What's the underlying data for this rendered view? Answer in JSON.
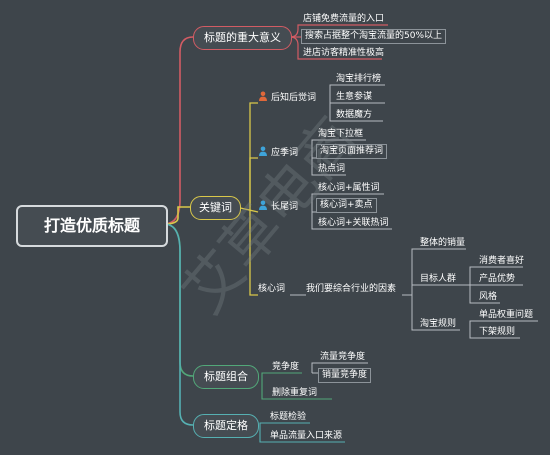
{
  "root": {
    "title": "打造优质标题"
  },
  "watermark": {
    "text": "艾草电商"
  },
  "branch_importance": {
    "label": "标题的重大意义",
    "items": [
      "店铺免费流量的入口",
      "搜索占据整个淘宝流量的50%以上",
      "进店访客精准性极高"
    ]
  },
  "branch_keywords": {
    "label": "关键词",
    "groups": [
      {
        "label": "后知后觉词",
        "items": [
          "淘宝排行榜",
          "生意参谋",
          "数据魔方"
        ]
      },
      {
        "label": "应季词",
        "items": [
          "淘宝下拉框",
          "淘宝页面推荐词",
          "热点词"
        ]
      },
      {
        "label": "长尾词",
        "items": [
          "核心词+属性词",
          "核心词+卖点",
          "核心词+关联热词"
        ]
      },
      {
        "label": "核心词",
        "factor": "我们要综合行业的因素",
        "sub": [
          {
            "label": "整体的销量"
          },
          {
            "label": "目标人群",
            "items": [
              "消费者喜好",
              "产品优势",
              "风格"
            ]
          },
          {
            "label": "淘宝规则",
            "items": [
              "单品权重问题",
              "下架规则"
            ]
          }
        ]
      }
    ]
  },
  "branch_combination": {
    "label": "标题组合",
    "items": [
      {
        "label": "竞争度",
        "items": [
          "流量竞争度",
          "销量竞争度"
        ]
      },
      {
        "label": "删除重复词"
      }
    ]
  },
  "branch_finalize": {
    "label": "标题定格",
    "items": [
      "标题检验",
      "单品流量入口来源"
    ]
  },
  "colors": {
    "background": "#3e454b",
    "importance": "#d25c64",
    "keywords": "#d9c84a",
    "combination": "#52a879",
    "finalize": "#56b0b2",
    "leaf_line": "#b7bcc1",
    "person_orange": "#e0683a",
    "person_blue": "#3ea3d9"
  }
}
